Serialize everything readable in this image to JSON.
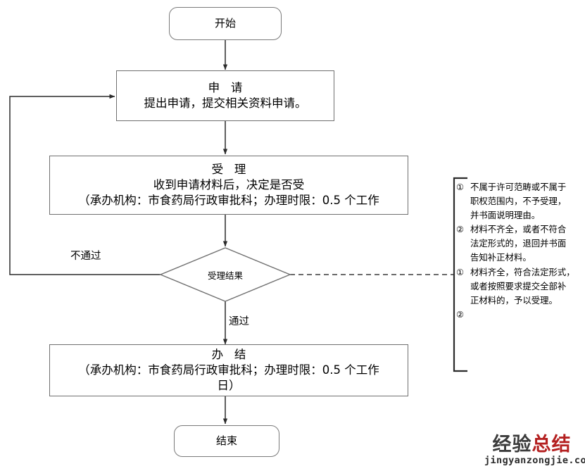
{
  "diagram": {
    "type": "flowchart",
    "orientation": "vertical",
    "nodes": {
      "start": {
        "label": "开始",
        "shape": "terminator"
      },
      "apply": {
        "shape": "process",
        "title": "申  请",
        "lines": [
          "提出申请，提交相关资料申请。"
        ]
      },
      "accept": {
        "shape": "process",
        "title": "受  理",
        "lines": [
          "收到申请材料后，决定是否受",
          "（承办机构：市食药局行政审批科；办理时限：0.5 个工作"
        ]
      },
      "decision": {
        "label": "受理结果",
        "shape": "diamond"
      },
      "finish": {
        "shape": "process",
        "title": "办  结",
        "lines": [
          "（承办机构：市食药局行政审批科；办理时限：0.5 个工作",
          "日）"
        ]
      },
      "end": {
        "label": "结束",
        "shape": "terminator"
      }
    },
    "edge_labels": {
      "fail": "不通过",
      "pass": "通过"
    },
    "notes": {
      "items": [
        {
          "marker": "①",
          "text": "不属于许可范畴或不属于\n职权范围内，不予受理，\n并书面说明理由。"
        },
        {
          "marker": "②",
          "text": "材料不齐全，或者不符合\n法定形式的，退回并书面\n告知补正材料。"
        },
        {
          "marker": "①",
          "text": "材料齐全，符合法定形式，\n或者按照要求提交全部补\n正材料的，予以受理。"
        },
        {
          "marker": "②",
          "text": ""
        }
      ]
    },
    "watermark": {
      "text_dark": "经验",
      "text_red": "总结",
      "domain": "jingyanzongjie.com"
    },
    "colors": {
      "background": "#ffffff",
      "stroke": "#6f6f6f",
      "terminator_stroke": "#7a7a7a",
      "text": "#000000",
      "watermark_dark": "#3b3b3b",
      "watermark_red": "#b42020"
    }
  }
}
